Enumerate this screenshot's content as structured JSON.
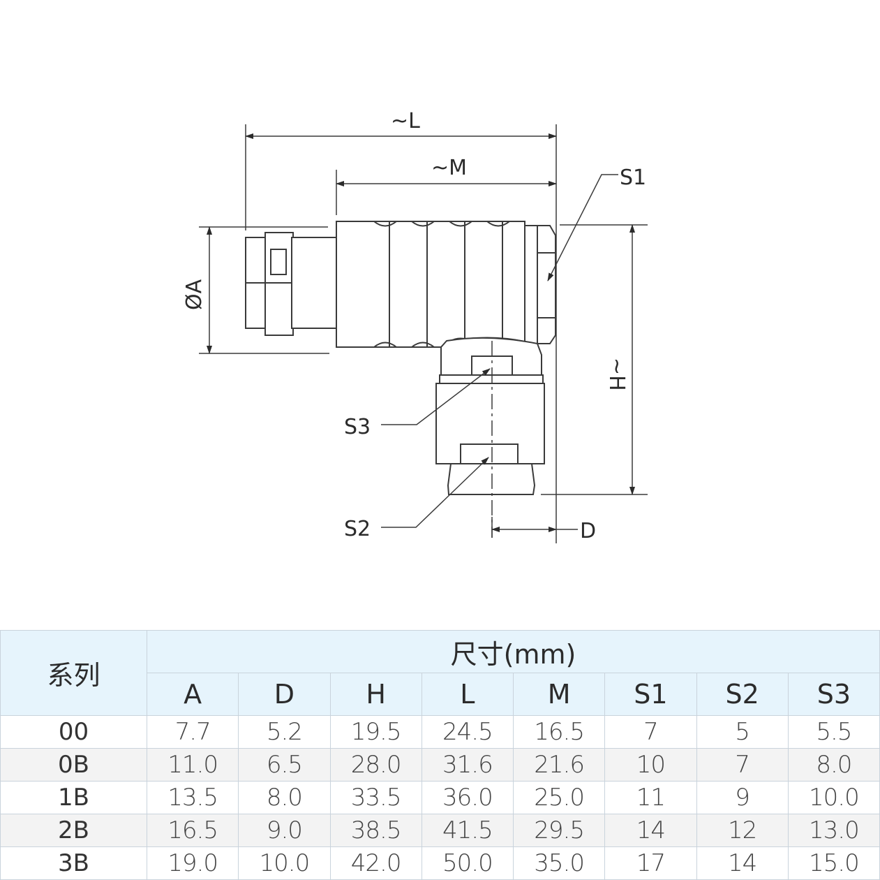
{
  "drawing": {
    "labels": {
      "L": "~L",
      "M": "~M",
      "A": "ØA",
      "H": "~H",
      "D": "D",
      "S1": "S1",
      "S2": "S2",
      "S3": "S3"
    }
  },
  "table": {
    "series_header": "系列",
    "dims_header": "尺寸(mm)",
    "columns": [
      "A",
      "D",
      "H",
      "L",
      "M",
      "S1",
      "S2",
      "S3"
    ],
    "rows": [
      {
        "series": "00",
        "values": [
          "7.7",
          "5.2",
          "19.5",
          "24.5",
          "16.5",
          "7",
          "5",
          "5.5"
        ]
      },
      {
        "series": "0B",
        "values": [
          "11.0",
          "6.5",
          "28.0",
          "31.6",
          "21.6",
          "10",
          "7",
          "8.0"
        ]
      },
      {
        "series": "1B",
        "values": [
          "13.5",
          "8.0",
          "33.5",
          "36.0",
          "25.0",
          "11",
          "9",
          "10.0"
        ]
      },
      {
        "series": "2B",
        "values": [
          "16.5",
          "9.0",
          "38.5",
          "41.5",
          "29.5",
          "14",
          "12",
          "13.0"
        ]
      },
      {
        "series": "3B",
        "values": [
          "19.0",
          "10.0",
          "42.0",
          "50.0",
          "35.0",
          "17",
          "14",
          "15.0"
        ]
      }
    ],
    "colors": {
      "header_bg": "#e6f4fc",
      "row_alt_bg": "#f3f3f3",
      "border": "#c9d3dc"
    }
  }
}
